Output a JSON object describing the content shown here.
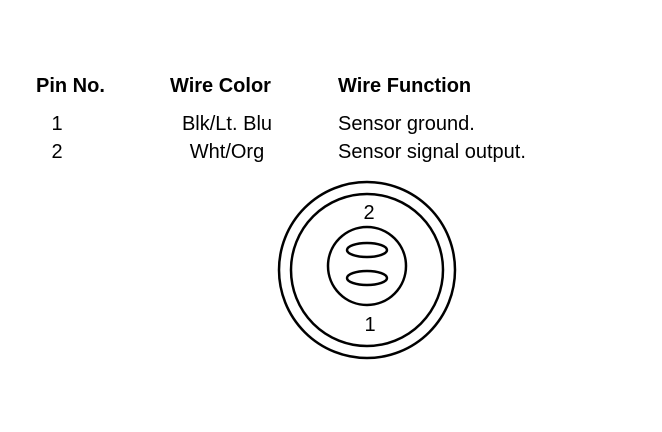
{
  "table": {
    "headers": {
      "pin": "Pin No.",
      "color": "Wire Color",
      "function": "Wire Function"
    },
    "rows": [
      {
        "pin": "1",
        "color": "Blk/Lt. Blu",
        "function": "Sensor ground."
      },
      {
        "pin": "2",
        "color": "Wht/Org",
        "function": "Sensor signal output."
      }
    ]
  },
  "connector": {
    "pin_top_label": "2",
    "pin_bottom_label": "1"
  }
}
